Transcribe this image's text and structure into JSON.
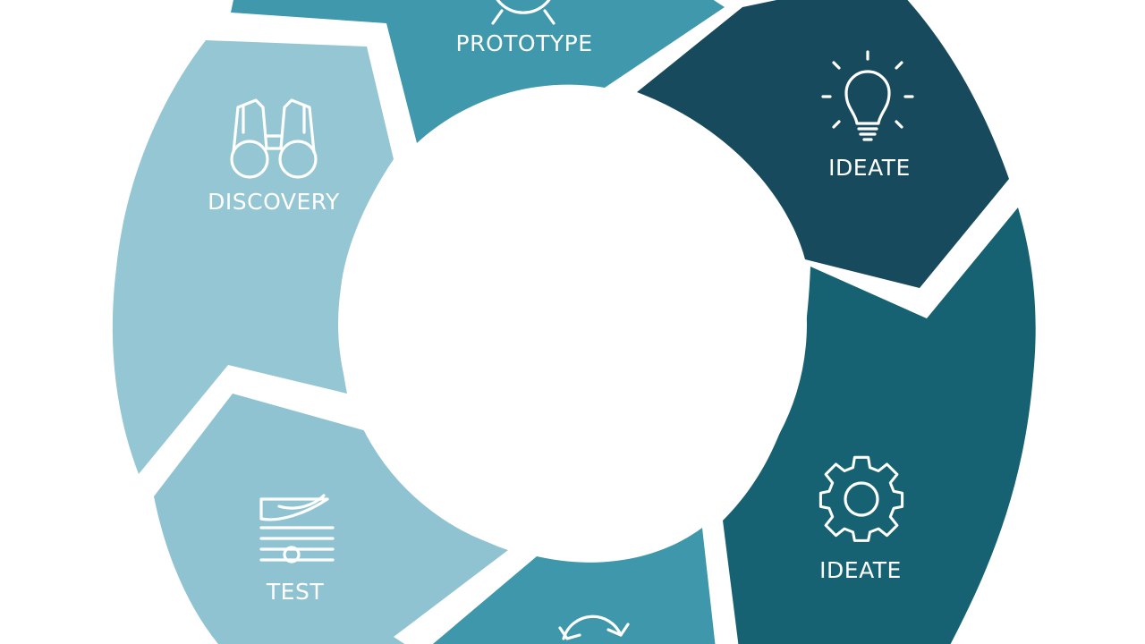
{
  "background_color": "#ffffff",
  "segments": [
    {
      "id": "prototype",
      "label": "PROTOTYPE",
      "icon": "alarm-clock-icon",
      "color": "#3f98ab"
    },
    {
      "id": "ideate-top",
      "label": "IDEATE",
      "icon": "lightbulb-icon",
      "color": "#174a5c"
    },
    {
      "id": "ideate-bottom",
      "label": "IDEATE",
      "icon": "gear-icon",
      "color": "#166272"
    },
    {
      "id": "bottom",
      "label": "",
      "icon": "refresh-arrows-icon",
      "color": "#3e97aa"
    },
    {
      "id": "test",
      "label": "TEST",
      "icon": "documents-icon",
      "color": "#8fc3d1"
    },
    {
      "id": "discovery",
      "label": "DISCOVERY",
      "icon": "binoculars-icon",
      "color": "#95c6d3"
    }
  ]
}
